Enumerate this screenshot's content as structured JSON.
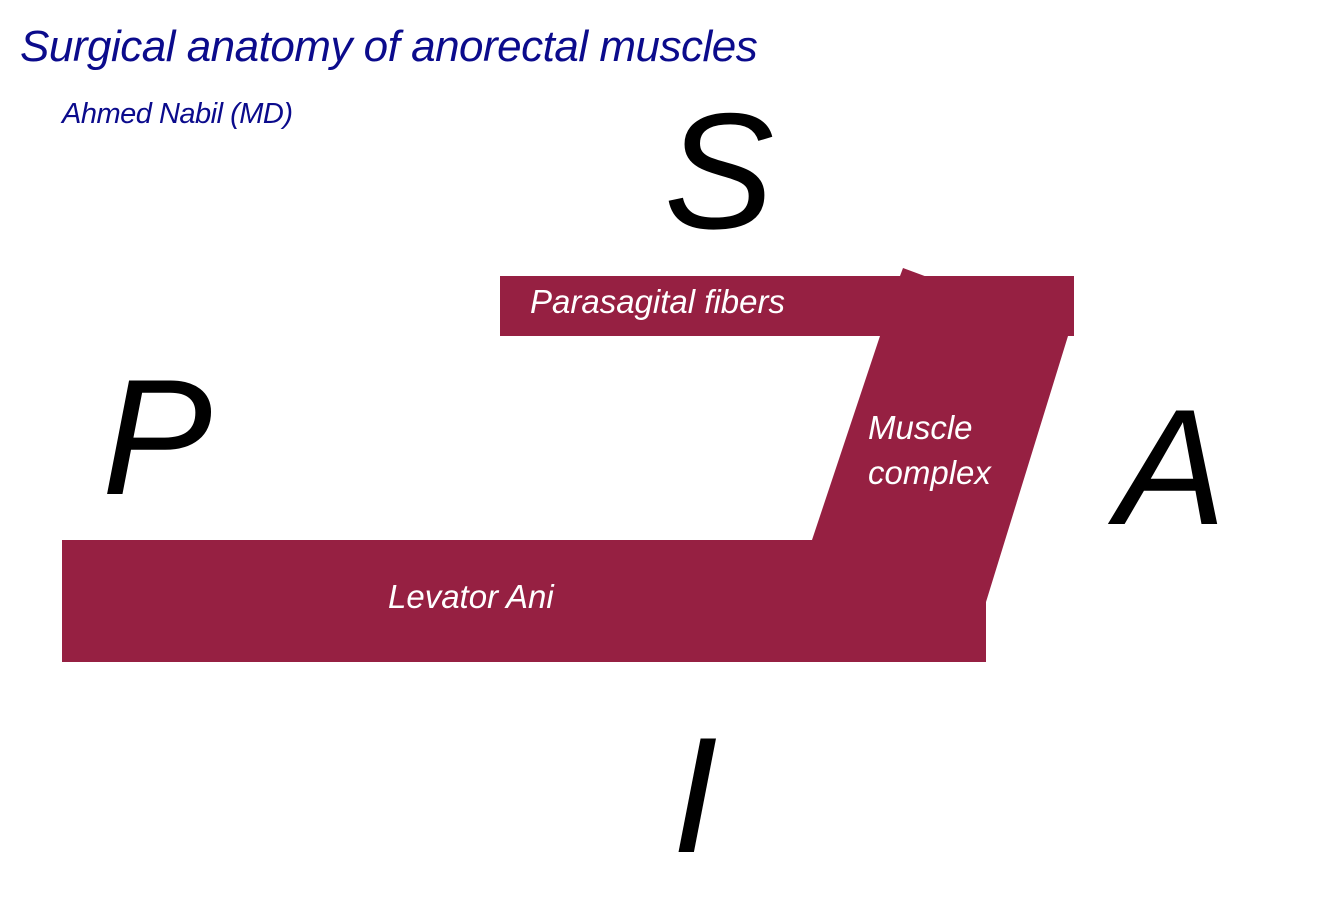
{
  "slide": {
    "title": "Surgical anatomy of anorectal muscles",
    "author": "Ahmed Nabil (MD)"
  },
  "diagram": {
    "directions": {
      "superior": "S",
      "posterior": "P",
      "anterior": "A",
      "inferior": "I"
    },
    "muscles": {
      "parasagital": "Parasagital fibers",
      "complex_line1": "Muscle",
      "complex_line2": "complex",
      "levator": "Levator Ani"
    }
  },
  "colors": {
    "title": "#0b0b8c",
    "muscle": "#962042",
    "label": "#ffffff",
    "direction": "#000000",
    "background": "#ffffff"
  }
}
